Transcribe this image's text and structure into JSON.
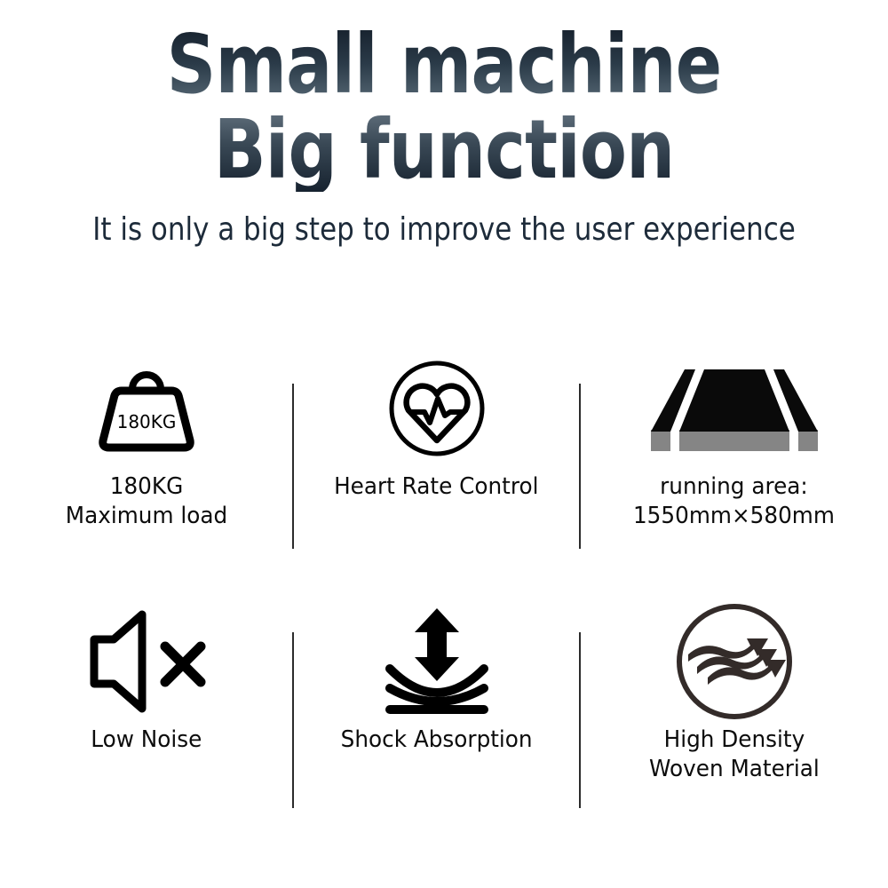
{
  "hero": {
    "headline_line1": "Small machine",
    "headline_line2": "Big function",
    "subheadline": "It is only a big step to improve the user experience",
    "headline_gradient_top": "#151f2b",
    "headline_gradient_bottom": "#5a6b78",
    "subheadline_color": "#1d2b3a"
  },
  "features": {
    "row1": [
      {
        "icon": "weight-kettlebell-icon",
        "icon_value": "180KG",
        "label": "180KG\nMaximum load"
      },
      {
        "icon": "heart-rate-pulse-circle-icon",
        "label": "Heart Rate Control"
      },
      {
        "icon": "treadmill-running-deck-icon",
        "label": "running area:\n1550mm×580mm"
      }
    ],
    "row2": [
      {
        "icon": "muted-speaker-icon",
        "label": "Low Noise"
      },
      {
        "icon": "shock-absorption-arrow-icon",
        "label": "Shock Absorption"
      },
      {
        "icon": "woven-airflow-circle-icon",
        "label": "High Density\nWoven Material"
      }
    ]
  },
  "colors": {
    "background": "#ffffff",
    "icon_stroke": "#000000",
    "deck_base_gray": "#858585",
    "woven_icon": "#332b29",
    "divider": "#2b2b2b",
    "label_text": "#0c0c0c"
  }
}
